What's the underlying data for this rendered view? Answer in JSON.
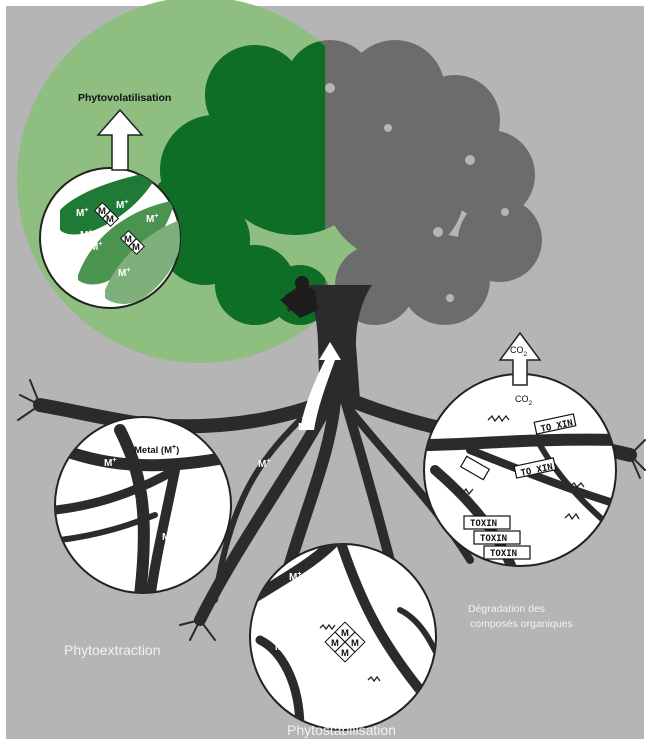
{
  "colors": {
    "background": "#b5b5b5",
    "green_light": "#8fbe81",
    "green_dark": "#0e6e26",
    "tree_grey": "#6c6c6c",
    "roots": "#2b2b2b"
  },
  "labels": {
    "phytovolatilisation": "Phytovolatilisation",
    "phytoextraction": "Phytoextraction",
    "phytostabilisation": "Phytostabilisation",
    "degradation_line1": "Dégradation des",
    "degradation_line2": "composés organiques",
    "metal": "Metal (M",
    "metal_sup": "+",
    "metal_close": ")",
    "co2": "CO",
    "co2_sub": "2",
    "toxin": "TOXIN",
    "toxin_split": "TO XIN",
    "metal_ion": "M",
    "metal_ion_sup": "+",
    "metal_atom": "M"
  },
  "icons": [
    "arrow-up-icon",
    "metal-cluster-icon",
    "toxin-box-icon",
    "zigzag-icon"
  ]
}
